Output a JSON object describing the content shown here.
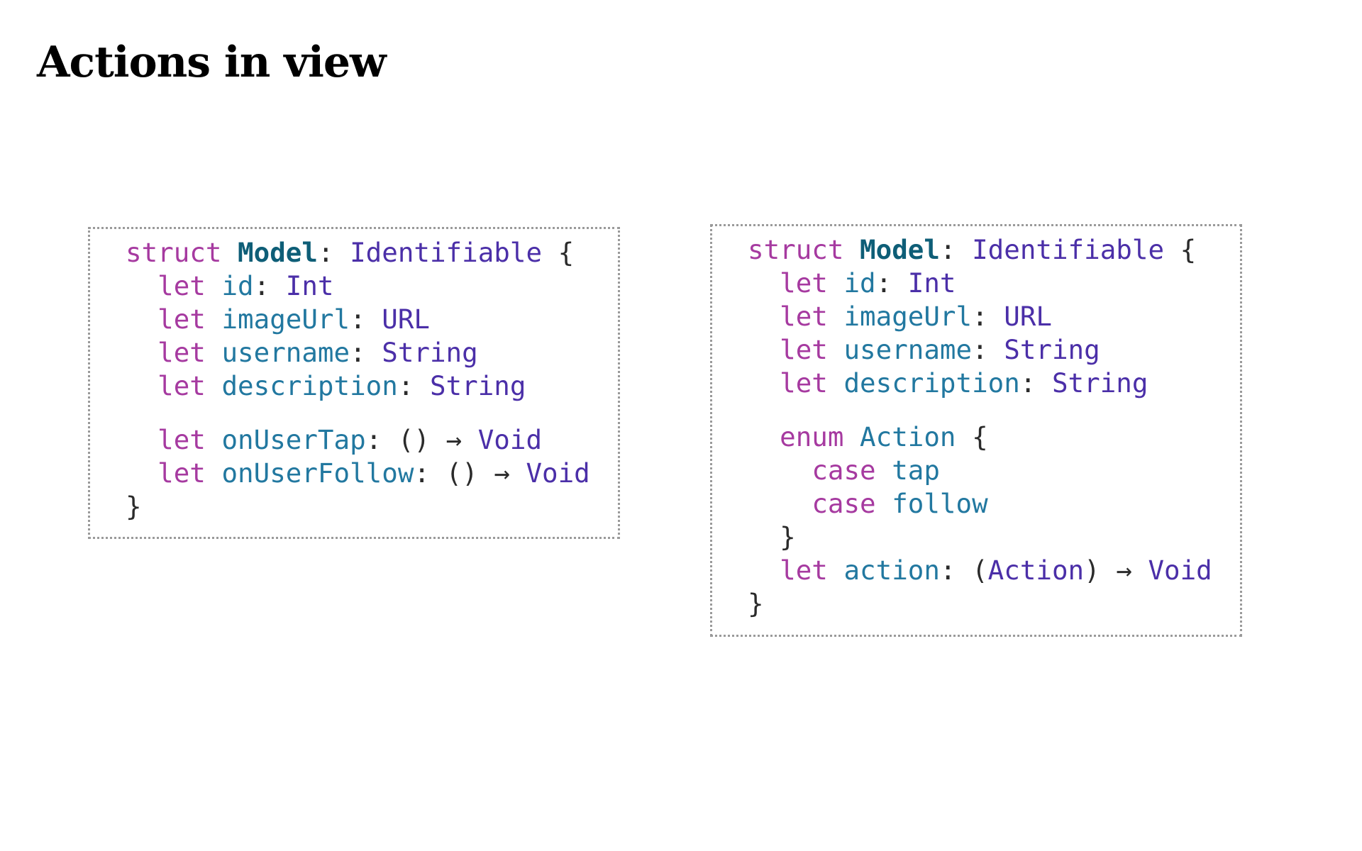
{
  "title": "Actions in view",
  "colors": {
    "keyword": "#a63aa0",
    "type_declaration": "#0e5e77",
    "type": "#4b2fa8",
    "property": "#2278a0",
    "plain": "#2b2b2b",
    "box_border": "#9a9a9a"
  },
  "code_left": {
    "lines": [
      {
        "tokens": [
          {
            "t": "kw",
            "v": "struct"
          },
          {
            "t": "punct",
            "v": " "
          },
          {
            "t": "typedecl",
            "v": "Model"
          },
          {
            "t": "punct",
            "v": ": "
          },
          {
            "t": "type",
            "v": "Identifiable"
          },
          {
            "t": "punct",
            "v": " {"
          }
        ]
      },
      {
        "tokens": [
          {
            "t": "punct",
            "v": "  "
          },
          {
            "t": "kw",
            "v": "let"
          },
          {
            "t": "punct",
            "v": " "
          },
          {
            "t": "prop",
            "v": "id"
          },
          {
            "t": "punct",
            "v": ": "
          },
          {
            "t": "type",
            "v": "Int"
          }
        ]
      },
      {
        "tokens": [
          {
            "t": "punct",
            "v": "  "
          },
          {
            "t": "kw",
            "v": "let"
          },
          {
            "t": "punct",
            "v": " "
          },
          {
            "t": "prop",
            "v": "imageUrl"
          },
          {
            "t": "punct",
            "v": ": "
          },
          {
            "t": "type",
            "v": "URL"
          }
        ]
      },
      {
        "tokens": [
          {
            "t": "punct",
            "v": "  "
          },
          {
            "t": "kw",
            "v": "let"
          },
          {
            "t": "punct",
            "v": " "
          },
          {
            "t": "prop",
            "v": "username"
          },
          {
            "t": "punct",
            "v": ": "
          },
          {
            "t": "type",
            "v": "String"
          }
        ]
      },
      {
        "tokens": [
          {
            "t": "punct",
            "v": "  "
          },
          {
            "t": "kw",
            "v": "let"
          },
          {
            "t": "punct",
            "v": " "
          },
          {
            "t": "prop",
            "v": "description"
          },
          {
            "t": "punct",
            "v": ": "
          },
          {
            "t": "type",
            "v": "String"
          }
        ]
      },
      {
        "tokens": []
      },
      {
        "tokens": [
          {
            "t": "punct",
            "v": "  "
          },
          {
            "t": "kw",
            "v": "let"
          },
          {
            "t": "punct",
            "v": " "
          },
          {
            "t": "prop",
            "v": "onUserTap"
          },
          {
            "t": "punct",
            "v": ": () → "
          },
          {
            "t": "type",
            "v": "Void"
          }
        ]
      },
      {
        "tokens": [
          {
            "t": "punct",
            "v": "  "
          },
          {
            "t": "kw",
            "v": "let"
          },
          {
            "t": "punct",
            "v": " "
          },
          {
            "t": "prop",
            "v": "onUserFollow"
          },
          {
            "t": "punct",
            "v": ": () → "
          },
          {
            "t": "type",
            "v": "Void"
          }
        ]
      },
      {
        "tokens": [
          {
            "t": "punct",
            "v": "}"
          }
        ]
      }
    ]
  },
  "code_right": {
    "lines": [
      {
        "tokens": [
          {
            "t": "kw",
            "v": "struct"
          },
          {
            "t": "punct",
            "v": " "
          },
          {
            "t": "typedecl",
            "v": "Model"
          },
          {
            "t": "punct",
            "v": ": "
          },
          {
            "t": "type",
            "v": "Identifiable"
          },
          {
            "t": "punct",
            "v": " {"
          }
        ]
      },
      {
        "tokens": [
          {
            "t": "punct",
            "v": "  "
          },
          {
            "t": "kw",
            "v": "let"
          },
          {
            "t": "punct",
            "v": " "
          },
          {
            "t": "prop",
            "v": "id"
          },
          {
            "t": "punct",
            "v": ": "
          },
          {
            "t": "type",
            "v": "Int"
          }
        ]
      },
      {
        "tokens": [
          {
            "t": "punct",
            "v": "  "
          },
          {
            "t": "kw",
            "v": "let"
          },
          {
            "t": "punct",
            "v": " "
          },
          {
            "t": "prop",
            "v": "imageUrl"
          },
          {
            "t": "punct",
            "v": ": "
          },
          {
            "t": "type",
            "v": "URL"
          }
        ]
      },
      {
        "tokens": [
          {
            "t": "punct",
            "v": "  "
          },
          {
            "t": "kw",
            "v": "let"
          },
          {
            "t": "punct",
            "v": " "
          },
          {
            "t": "prop",
            "v": "username"
          },
          {
            "t": "punct",
            "v": ": "
          },
          {
            "t": "type",
            "v": "String"
          }
        ]
      },
      {
        "tokens": [
          {
            "t": "punct",
            "v": "  "
          },
          {
            "t": "kw",
            "v": "let"
          },
          {
            "t": "punct",
            "v": " "
          },
          {
            "t": "prop",
            "v": "description"
          },
          {
            "t": "punct",
            "v": ": "
          },
          {
            "t": "type",
            "v": "String"
          }
        ]
      },
      {
        "tokens": []
      },
      {
        "tokens": [
          {
            "t": "punct",
            "v": "  "
          },
          {
            "t": "kw",
            "v": "enum"
          },
          {
            "t": "punct",
            "v": " "
          },
          {
            "t": "prop",
            "v": "Action"
          },
          {
            "t": "punct",
            "v": " {"
          }
        ]
      },
      {
        "tokens": [
          {
            "t": "punct",
            "v": "    "
          },
          {
            "t": "kw",
            "v": "case"
          },
          {
            "t": "punct",
            "v": " "
          },
          {
            "t": "prop",
            "v": "tap"
          }
        ]
      },
      {
        "tokens": [
          {
            "t": "punct",
            "v": "    "
          },
          {
            "t": "kw",
            "v": "case"
          },
          {
            "t": "punct",
            "v": " "
          },
          {
            "t": "prop",
            "v": "follow"
          }
        ]
      },
      {
        "tokens": [
          {
            "t": "punct",
            "v": "  }"
          }
        ]
      },
      {
        "tokens": [
          {
            "t": "punct",
            "v": "  "
          },
          {
            "t": "kw",
            "v": "let"
          },
          {
            "t": "punct",
            "v": " "
          },
          {
            "t": "prop",
            "v": "action"
          },
          {
            "t": "punct",
            "v": ": ("
          },
          {
            "t": "type",
            "v": "Action"
          },
          {
            "t": "punct",
            "v": ") → "
          },
          {
            "t": "type",
            "v": "Void"
          }
        ]
      },
      {
        "tokens": [
          {
            "t": "punct",
            "v": "}"
          }
        ]
      }
    ]
  }
}
